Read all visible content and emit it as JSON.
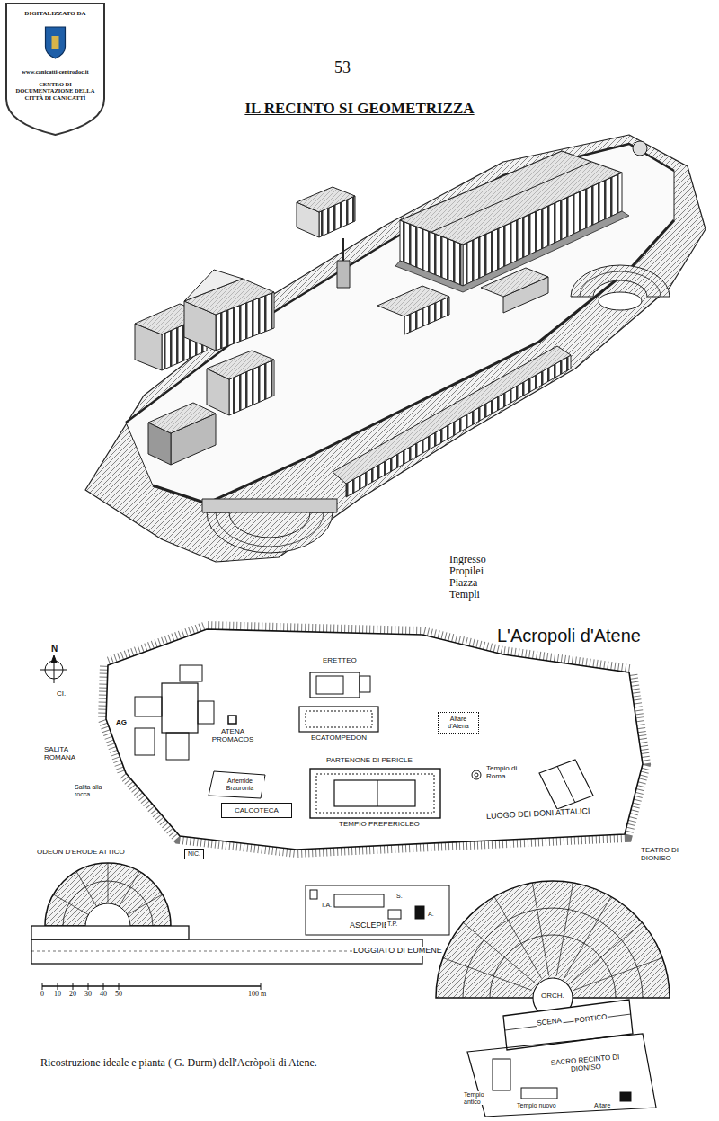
{
  "diagram": {
    "title": "IL RECINTO SI GEOMETRIZZA",
    "caption": "Ricostruzione ideale e pianta ( G. Durm) dell'Acròpoli di Atene.",
    "nodes": [
      {
        "text": [
          "DIGITALIZZATO DA",
          "www.canicatti-centrodoc.it",
          "CENTRO DI DOCUMENTAZIONE DELLA CITTÀ DI CANICATTÌ"
        ]
      },
      {
        "text": [
          "Altare d'Atena"
        ]
      },
      {
        "text": [
          "CALCOTECA"
        ]
      },
      {
        "text": [
          "NIC."
        ]
      }
    ],
    "labels": [
      "53",
      "Ingresso",
      "Propilei",
      "Piazza",
      "Templi",
      "L'Acropoli d'Atene",
      "N",
      "ERETTEO",
      "ECATOMPEDON",
      "ATENA PROMACOS",
      "PARTENONE DI PERICLE",
      "Tempio di Roma",
      "TEMPIO PREPERICLEO",
      "LUOGO DEI DONI ATTALICI",
      "TEATRO DI DIONISO",
      "Artemide Brauronia",
      "SALITA ROMANA",
      "Salita alla rocca",
      "CI.",
      "AG",
      "ODEON D'ERODE ATTICO",
      "ASCLEPIEO",
      "LOGGIATO DI EUMENE",
      "T.A.",
      "S.",
      "T.P.",
      "A.",
      "ORCH.",
      "SCENA",
      "PORTICO",
      "SACRO RECINTO DI DIONISO",
      "Tempio antico",
      "Tempio nuovo",
      "Altare",
      "0",
      "10",
      "20",
      "30",
      "40",
      "50",
      "100 m"
    ]
  }
}
